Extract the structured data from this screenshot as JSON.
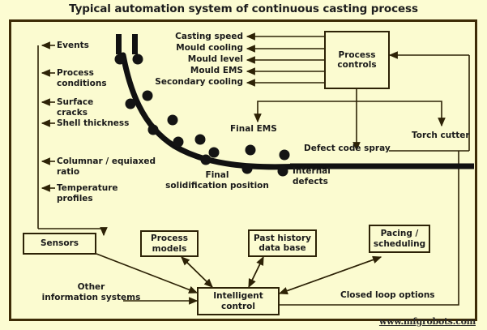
{
  "title": "Typical automation system of continuous casting process",
  "watermark": "www.mfgrobots.com",
  "colors": {
    "background": "#fbfbd0",
    "frame": "#3d2b06",
    "line": "#2d2206",
    "text": "#1a1a1a",
    "strand": "#111111"
  },
  "measurement_labels": [
    {
      "text": "Events"
    },
    {
      "text": "Process\nconditions"
    },
    {
      "text": "Surface\ncracks"
    },
    {
      "text": "Shell thickness"
    },
    {
      "text": "Columnar / equiaxed\nratio"
    },
    {
      "text": "Temperature\nprofiles"
    }
  ],
  "control_labels": [
    {
      "text": "Casting speed"
    },
    {
      "text": "Mould cooling"
    },
    {
      "text": "Mould level"
    },
    {
      "text": "Mould EMS"
    },
    {
      "text": "Secondary cooling"
    }
  ],
  "strand_annotations": [
    {
      "text": "Final EMS"
    },
    {
      "text": "Defect code spray"
    },
    {
      "text": "Torch cutter"
    },
    {
      "text": "Final\nsolidification position"
    },
    {
      "text": "Internal\ndefects"
    }
  ],
  "boxes": {
    "process_controls": "Process\ncontrols",
    "sensors": "Sensors",
    "process_models": "Process\nmodels",
    "past_history": "Past history\ndata base",
    "pacing": "Pacing /\nscheduling",
    "intelligent_control": "Intelligent\ncontrol"
  },
  "free_text": {
    "other_information_systems": "Other\ninformation systems",
    "closed_loop_options": "Closed loop options"
  }
}
